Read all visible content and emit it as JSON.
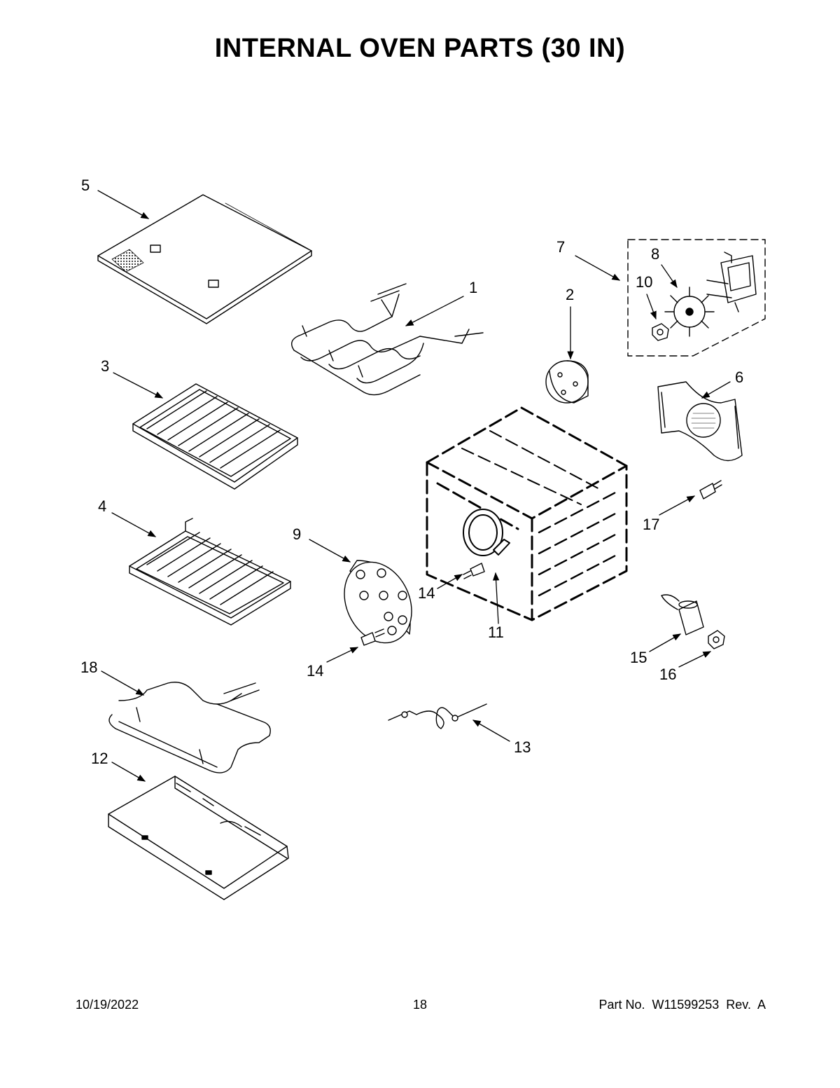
{
  "page": {
    "title": "INTERNAL OVEN PARTS (30 IN)"
  },
  "callouts": [
    {
      "id": "5",
      "label": "5"
    },
    {
      "id": "1",
      "label": "1"
    },
    {
      "id": "7",
      "label": "7"
    },
    {
      "id": "8",
      "label": "8"
    },
    {
      "id": "10",
      "label": "10"
    },
    {
      "id": "2",
      "label": "2"
    },
    {
      "id": "3",
      "label": "3"
    },
    {
      "id": "6",
      "label": "6"
    },
    {
      "id": "4",
      "label": "4"
    },
    {
      "id": "9",
      "label": "9"
    },
    {
      "id": "17",
      "label": "17"
    },
    {
      "id": "14a",
      "label": "14"
    },
    {
      "id": "11",
      "label": "11"
    },
    {
      "id": "14b",
      "label": "14"
    },
    {
      "id": "18",
      "label": "18"
    },
    {
      "id": "15",
      "label": "15"
    },
    {
      "id": "16",
      "label": "16"
    },
    {
      "id": "13",
      "label": "13"
    },
    {
      "id": "12",
      "label": "12"
    }
  ],
  "footer": {
    "date": "10/19/2022",
    "page_number": "18",
    "part_number": "Part No.  W11599253  Rev.  A"
  }
}
